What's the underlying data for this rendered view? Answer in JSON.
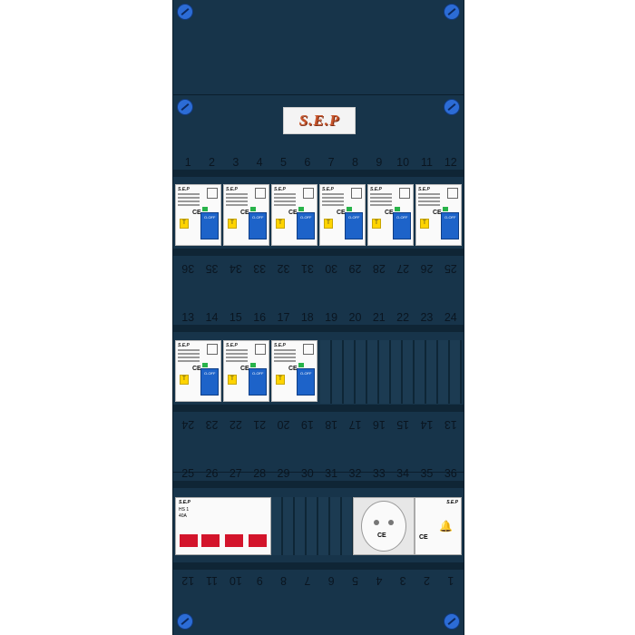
{
  "brand": {
    "logo_text": "S.E.P",
    "module_brand": "S.E.P",
    "ce_mark": "CE",
    "test_label": "T",
    "off_label": "O-OFF"
  },
  "terminal_rows": {
    "row1_top": [
      "1",
      "2",
      "3",
      "4",
      "5",
      "6",
      "7",
      "8",
      "9",
      "10",
      "11",
      "12"
    ],
    "row1_bottom": [
      "25",
      "26",
      "27",
      "28",
      "29",
      "30",
      "31",
      "32",
      "33",
      "34",
      "35",
      "36"
    ],
    "row2_top": [
      "13",
      "14",
      "15",
      "16",
      "17",
      "18",
      "19",
      "20",
      "21",
      "22",
      "23",
      "24"
    ],
    "row2_bottom": [
      "13",
      "14",
      "15",
      "16",
      "17",
      "18",
      "19",
      "20",
      "21",
      "22",
      "23",
      "24"
    ],
    "row3_top": [
      "25",
      "26",
      "27",
      "28",
      "29",
      "30",
      "31",
      "32",
      "33",
      "34",
      "35",
      "36"
    ],
    "row3_bottom": [
      "1",
      "2",
      "3",
      "4",
      "5",
      "6",
      "7",
      "8",
      "9",
      "10",
      "11",
      "12"
    ]
  },
  "rails": {
    "rail1_rcbo_count": 6,
    "rail2_rcbo_count": 3
  },
  "main_switch": {
    "label": "HS 1",
    "rating": "40A"
  },
  "colors": {
    "panel": "#17344a",
    "screw": "#2c6cd6",
    "toggle": "#1d63c9",
    "test_button": "#ffd400",
    "main_switch_pole": "#d3142b",
    "logo_text": "#c8552b"
  }
}
